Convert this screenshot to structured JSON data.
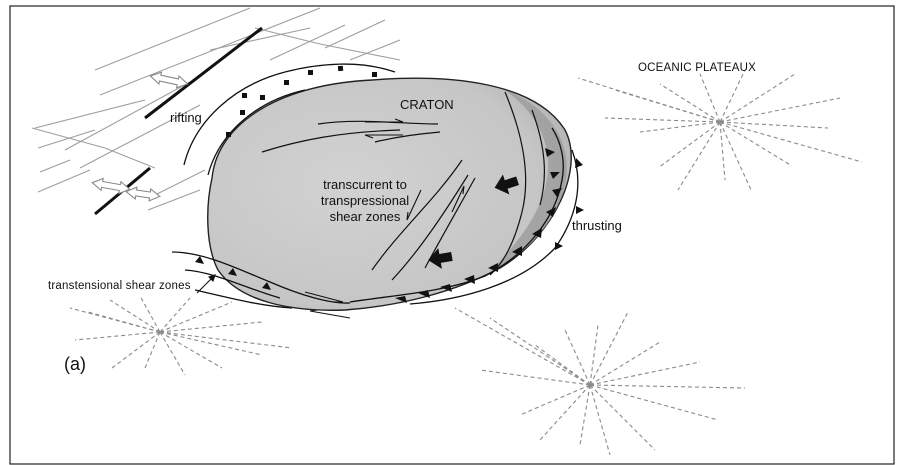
{
  "labels": {
    "oceanic_plateaux": "OCEANIC PLATEAUX",
    "craton": "CRATON",
    "rifting": "rifting",
    "transcurrent": "transcurrent to transpressional shear zones",
    "thrusting": "thrusting",
    "transtensional": "transtensional shear zones",
    "panel": "(a)"
  },
  "colors": {
    "craton_fill": "#c8c8c8",
    "craton_dark": "#9a9a9a",
    "ink": "#111111",
    "ridge_lines": "#9e9e9e",
    "dashed_rays": "#8a8a8a",
    "arrow_fill": "#ffffff"
  }
}
